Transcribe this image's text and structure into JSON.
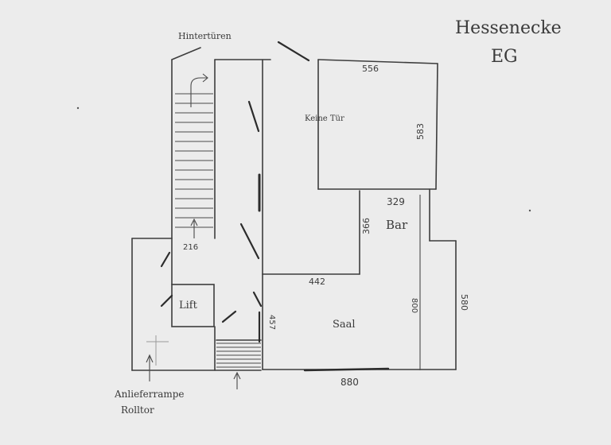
{
  "title": {
    "line1": "Hessenecke",
    "line2": "EG"
  },
  "labels": {
    "hintertueren": "Hintertüren",
    "keine_tuer": "Keine Tür",
    "bar": "Bar",
    "saal": "Saal",
    "lift": "Lift",
    "anlieferrampe": "Anlieferrampe",
    "rolltor": "Rolltor"
  },
  "dimensions": {
    "room_top_width": "556",
    "room_top_height": "583",
    "bar_width": "329",
    "bar_height": "366",
    "stairs_width": "216",
    "middle_width": "442",
    "saal_height_inner": "800",
    "saal_height_outer": "580",
    "saal_left_height": "457",
    "saal_width": "880"
  }
}
